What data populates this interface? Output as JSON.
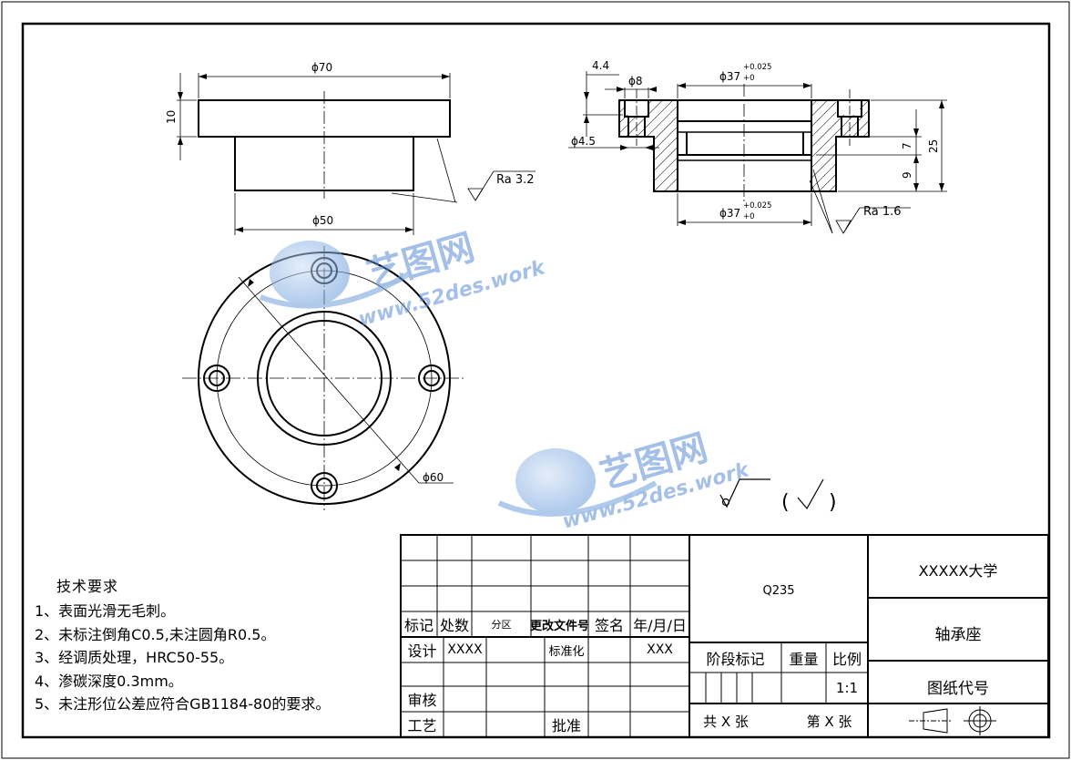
{
  "drawing": {
    "top_view": {
      "dim_flange_dia": "ϕ70",
      "dim_flange_thickness": "10",
      "dim_hub_dia": "ϕ50",
      "roughness": "Ra 3.2"
    },
    "section_view": {
      "dim_offset": "4.4",
      "dim_counterbore": "ϕ8",
      "dim_bore_top": "ϕ37",
      "dim_bore_top_tol_upper": "+0.025",
      "dim_bore_top_tol_lower": "+0",
      "dim_hole": "ϕ4.5",
      "dim_height_total": "25",
      "dim_height_mid": "7",
      "dim_height_low": "9",
      "dim_bore_bottom": "ϕ37",
      "dim_bore_bottom_tol_upper": "+0.025",
      "dim_bore_bottom_tol_lower": "+0",
      "roughness": "Ra 1.6"
    },
    "plan_view": {
      "dim_bolt_circle": "ϕ60"
    },
    "general_roughness_open": "(",
    "general_roughness_close": ")"
  },
  "watermark": {
    "brand": "艺图网",
    "url": "www.52des.work"
  },
  "tech_requirements": {
    "title": "技术要求",
    "items": [
      "1、表面光滑无毛刺。",
      "2、未标注倒角C0.5,未注圆角R0.5。",
      "3、经调质处理，HRC50-55。",
      "4、渗碳深度0.3mm。",
      "5、未注形位公差应符合GB1184-80的要求。"
    ]
  },
  "title_block": {
    "material": "Q235",
    "school": "XXXXX大学",
    "part_name": "轴承座",
    "drawing_code_label": "图纸代号",
    "stage_label": "阶段标记",
    "weight_label": "重量",
    "scale_label": "比例",
    "scale_value": "1:1",
    "sheets_total": "共 X 张",
    "sheet_no": "第 X 张",
    "rev_headers": {
      "mark": "标记",
      "qty": "处数",
      "zone": "分区",
      "doc": "更改文件号",
      "sign": "签名",
      "date": "年/月/日"
    },
    "design_label": "设计",
    "design_value": "XXXX",
    "standard_label": "标准化",
    "standard_value": "XXX",
    "review_label": "审核",
    "process_label": "工艺",
    "approve_label": "批准"
  }
}
